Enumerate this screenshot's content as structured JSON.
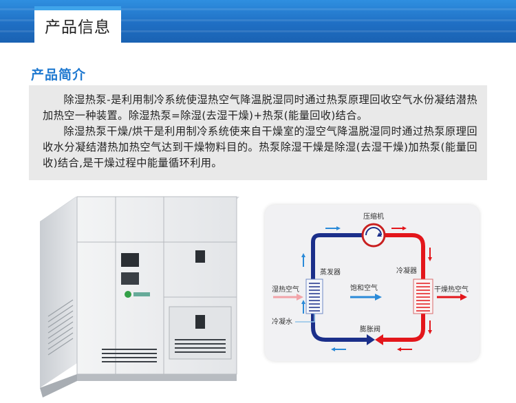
{
  "header": {
    "title": "产品信息"
  },
  "intro": {
    "title": "产品简介",
    "paragraphs": [
      "除湿热泵-是利用制冷系统使湿热空气降温脱湿同时通过热泵原理回收空气水份凝结潜热加热空一种装置。除湿热泵=除湿(去湿干燥)+热泵(能量回收)结合。",
      "除湿热泵干燥/烘干是利用制冷系统使来自干燥室的湿空气降温脱湿同时通过热泵原理回收水分凝结潜热加热空气达到干燥物料目的。热泵除湿干燥是除湿(去湿干燥)加热泵(能量回收)结合,是干燥过程中能量循环利用。"
    ]
  },
  "diagram": {
    "compressor_label": "压缩机",
    "evaporator_label": "蒸发器",
    "condenser_label": "冷凝器",
    "humid_air_label": "湿热空气",
    "saturated_air_label": "饱和空气",
    "dry_hot_air_label": "干燥热空气",
    "condensate_label": "冷凝水",
    "expansion_valve_label": "膨胀阀",
    "colors": {
      "cold_line": "#1b2f8a",
      "hot_line": "#e3161b",
      "flow_arrow": "#2a8ad8",
      "humid_arrow": "#f2a3a8"
    }
  }
}
